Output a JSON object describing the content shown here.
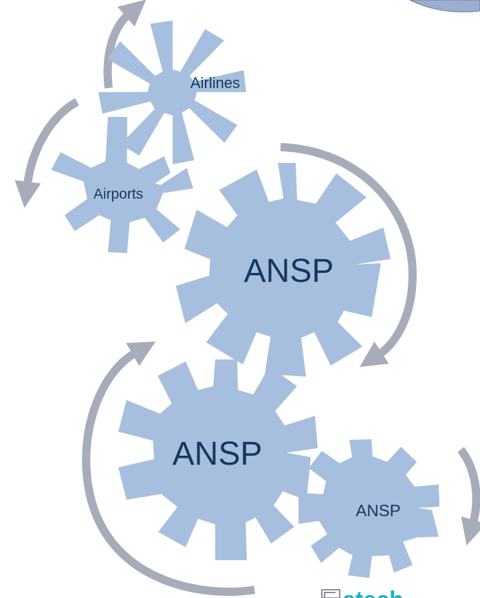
{
  "gears": {
    "airlines": "Airlines",
    "airports": "Airports",
    "ansp_main": "ANSP",
    "ansp_lower": "ANSP",
    "ansp_small": "ANSP"
  },
  "logo": {
    "text": "atech"
  },
  "colors": {
    "gear_fill": "#a7bfde",
    "arrow_fill": "#a6acb9",
    "label_text": "#17375e",
    "logo_teal": "#1ab0c3"
  }
}
